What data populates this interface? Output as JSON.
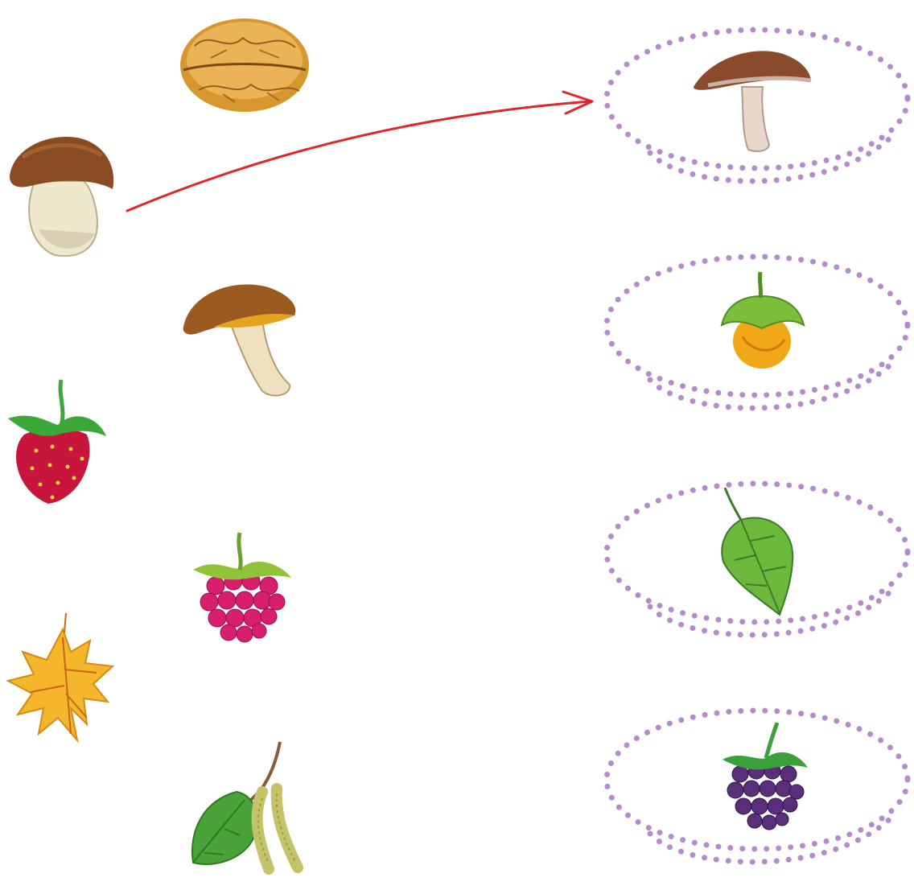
{
  "colors": {
    "basket_outline": "#b48ccc",
    "arrow": "#e0262c",
    "background": "#ffffff"
  },
  "left_items": [
    {
      "name": "walnut",
      "icon": "walnut-icon"
    },
    {
      "name": "porcini-mushroom",
      "icon": "porcini-mushroom-icon"
    },
    {
      "name": "boletus-mushroom",
      "icon": "boletus-mushroom-icon"
    },
    {
      "name": "strawberry",
      "icon": "strawberry-icon"
    },
    {
      "name": "raspberry",
      "icon": "raspberry-icon"
    },
    {
      "name": "maple-leaf",
      "icon": "maple-leaf-icon"
    },
    {
      "name": "birch-branch",
      "icon": "birch-branch-icon"
    }
  ],
  "baskets": [
    {
      "name": "mushroom-basket",
      "icon": "mushroom-icon"
    },
    {
      "name": "nut-basket",
      "icon": "hazelnut-icon"
    },
    {
      "name": "leaf-basket",
      "icon": "leaf-icon"
    },
    {
      "name": "berry-basket",
      "icon": "blackberry-icon"
    }
  ],
  "connections": [
    {
      "from": "porcini-mushroom",
      "to": "mushroom-basket"
    }
  ]
}
